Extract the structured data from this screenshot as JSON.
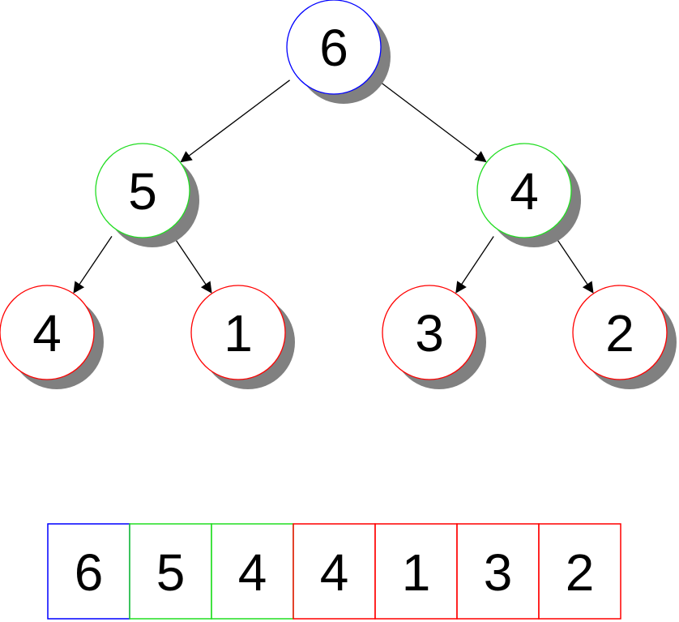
{
  "tree": {
    "root": {
      "value": "6",
      "level": "root",
      "color": "#0000ff"
    },
    "level1": [
      {
        "value": "5",
        "color": "#22dd22"
      },
      {
        "value": "4",
        "color": "#22dd22"
      }
    ],
    "level2": [
      {
        "value": "4",
        "color": "#ff0000"
      },
      {
        "value": "1",
        "color": "#ff0000"
      },
      {
        "value": "3",
        "color": "#ff0000"
      },
      {
        "value": "2",
        "color": "#ff0000"
      }
    ],
    "edges": [
      [
        "root",
        "l1-0"
      ],
      [
        "root",
        "l1-1"
      ],
      [
        "l1-0",
        "l2-0"
      ],
      [
        "l1-0",
        "l2-1"
      ],
      [
        "l1-1",
        "l2-2"
      ],
      [
        "l1-1",
        "l2-3"
      ]
    ]
  },
  "array": {
    "cells": [
      {
        "value": "6",
        "color": "#0000ff"
      },
      {
        "value": "5",
        "color": "#22dd22"
      },
      {
        "value": "4",
        "color": "#22dd22"
      },
      {
        "value": "4",
        "color": "#ff0000"
      },
      {
        "value": "1",
        "color": "#ff0000"
      },
      {
        "value": "3",
        "color": "#ff0000"
      },
      {
        "value": "2",
        "color": "#ff0000"
      }
    ]
  },
  "colors": {
    "shadow": "#808080",
    "edge": "#000000",
    "fill": "#ffffff"
  },
  "icons": {
    "arrowhead": "arrowhead-icon"
  }
}
